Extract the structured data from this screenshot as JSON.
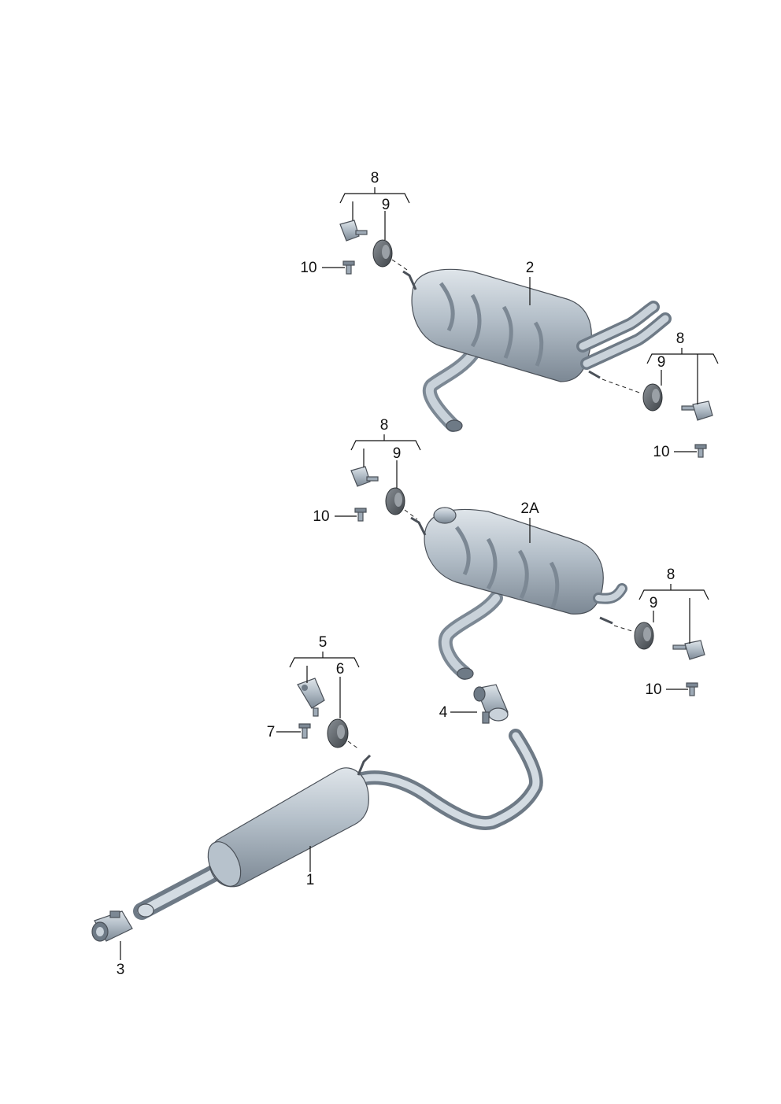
{
  "callouts": {
    "c1": "1",
    "c2": "2",
    "c2a": "2A",
    "c3": "3",
    "c4": "4",
    "c5": "5",
    "c6": "6",
    "c7": "7",
    "c8_top": "8",
    "c9_top": "9",
    "c10_top": "10",
    "c8_right_top": "8",
    "c9_right_top": "9",
    "c10_right_top": "10",
    "c8_mid": "8",
    "c9_mid": "9",
    "c10_mid": "10",
    "c8_right_mid": "8",
    "c9_right_mid": "9",
    "c10_right_mid": "10"
  },
  "colors": {
    "metal_light": "#c9d2da",
    "metal_mid": "#9eaab6",
    "metal_dark": "#6e7a86",
    "rubber": "#5c6066",
    "line": "#111111"
  }
}
